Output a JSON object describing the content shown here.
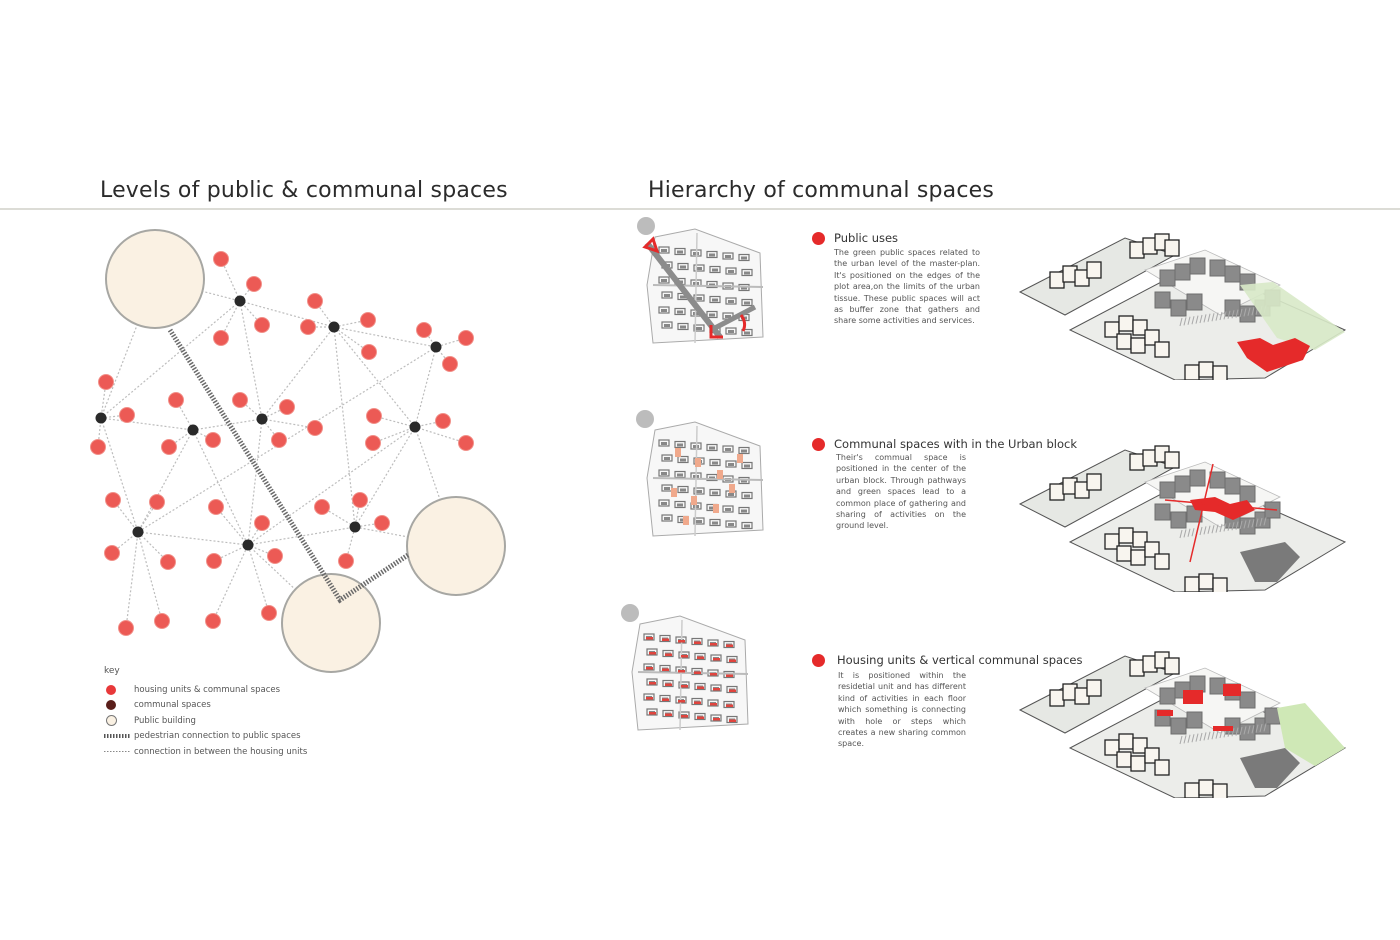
{
  "left_panel": {
    "title": "Levels of public & communal spaces",
    "key": {
      "label": "key",
      "items": [
        {
          "symbol": "red-dot",
          "text": "housing units  & communal spaces"
        },
        {
          "symbol": "brown-dot",
          "text": "communal spaces"
        },
        {
          "symbol": "public-circle",
          "text": "Public building"
        },
        {
          "symbol": "thick-dashed-line",
          "text": "pedestrian connection to public spaces"
        },
        {
          "symbol": "thin-dotted-line",
          "text": "connection in between the housing units"
        }
      ]
    },
    "colors": {
      "housing": "#ec5a55",
      "communal": "#2a2a2a",
      "public_fill": "#faf1e3",
      "public_stroke": "#a7a7a3",
      "connection": "#bdbdbd",
      "pedestrian": "#6a6a6a"
    }
  },
  "right_panel": {
    "title": "Hierarchy of communal spaces",
    "levels": [
      {
        "heading": "Public uses",
        "description": "The green public spaces related to the urban level of the master-plan. It's positioned on the edges of the plot area,on the limits of the urban tissue. These public spaces will act as buffer zone that gathers and share some activities and services."
      },
      {
        "heading": "Communal spaces with in the  Urban block",
        "description": "Their's  commual space is positioned in the center of the urban block. Through pathways and green spaces lead to a common place of gathering and sharing of  activities on the ground level."
      },
      {
        "heading": "Housing units  & vertical communal spaces",
        "description": "It is positioned within the residetial unit and has different kind of activities in each floor which something is connecting with hole or steps which creates a new sharing common space."
      }
    ],
    "accent_color": "#e52a2a"
  }
}
